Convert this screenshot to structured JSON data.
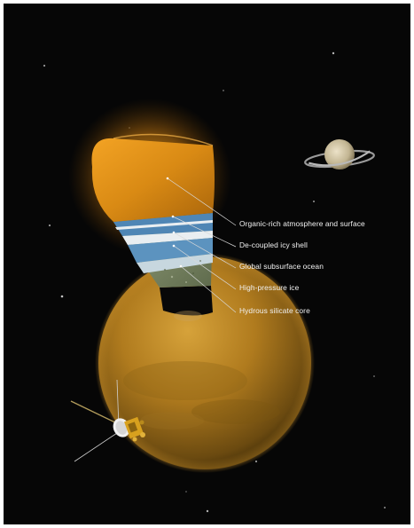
{
  "colors": {
    "background": "#060606",
    "atmosphere_orange": "#e8900e",
    "titan_globe": "#b07b1e",
    "ice_shell_white": "#e9eef1",
    "ocean_blue": "#4f86b5",
    "high_pressure_ice": "#9fb8c8",
    "silicate_core_green": "#7f8c6a",
    "leader_line": "#d9d9d9"
  },
  "layers": [
    {
      "id": "atmosphere",
      "label": "Organic-rich atmosphere and surface"
    },
    {
      "id": "icy-shell",
      "label": "De-coupled icy shell"
    },
    {
      "id": "ocean",
      "label": "Global subsurface ocean"
    },
    {
      "id": "hp-ice",
      "label": "High-pressure ice"
    },
    {
      "id": "core",
      "label": "Hydrous silicate core"
    }
  ],
  "icons": {
    "titan": "titan-moon-icon",
    "saturn": "saturn-planet-icon",
    "spacecraft": "spacecraft-icon"
  }
}
